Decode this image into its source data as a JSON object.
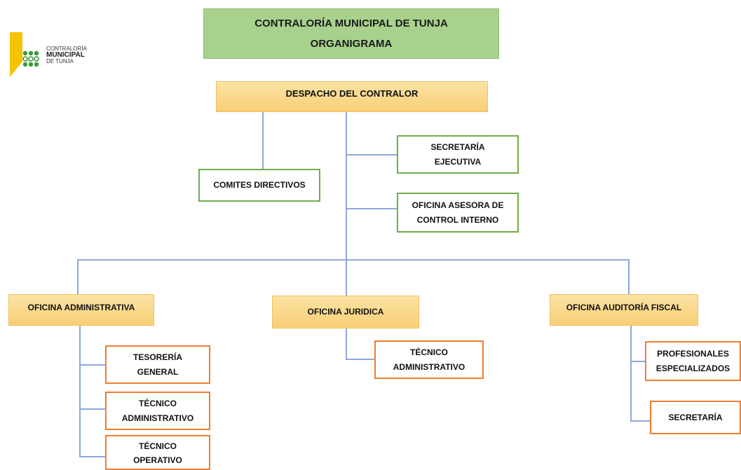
{
  "logo": {
    "line1": "CONTRALORÍA",
    "line2": "MUNICIPAL",
    "line3": "DE TUNJA",
    "colors": {
      "yellow": "#f5c400",
      "green": "#3a9a3a"
    }
  },
  "header": {
    "title": "CONTRALORÍA MUNICIPAL DE TUNJA",
    "subtitle": "ORGANIGRAMA"
  },
  "nodes": {
    "despacho": "DESPACHO DEL CONTRALOR",
    "comites": "COMITES DIRECTIVOS",
    "secretaria_ejecutiva": [
      "SECRETARÍA",
      "EJECUTIVA"
    ],
    "control_interno": [
      "OFICINA ASESORA DE",
      "CONTROL INTERNO"
    ],
    "of_administrativa": "OFICINA ADMINISTRATIVA",
    "of_juridica": "OFICINA JURIDICA",
    "of_auditoria": "OFICINA AUDITORÍA FISCAL",
    "tesoreria": [
      "TESORERÍA",
      "GENERAL"
    ],
    "tecnico_adm_1": [
      "TÉCNICO",
      "ADMINISTRATIVO"
    ],
    "tecnico_operativo": [
      "TÉCNICO",
      "OPERATIVO"
    ],
    "tecnico_adm_juridica": [
      "TÉCNICO",
      "ADMINISTRATIVO"
    ],
    "profesionales": [
      "PROFESIONALES",
      "ESPECIALIZADOS"
    ],
    "secretaria": "SECRETARÍA"
  },
  "colors": {
    "header_fill": "#a9d18e",
    "office_fill": "#f8cf77",
    "green_border": "#70ad47",
    "orange_border": "#ed7d31",
    "connector": "#8ea9db"
  }
}
